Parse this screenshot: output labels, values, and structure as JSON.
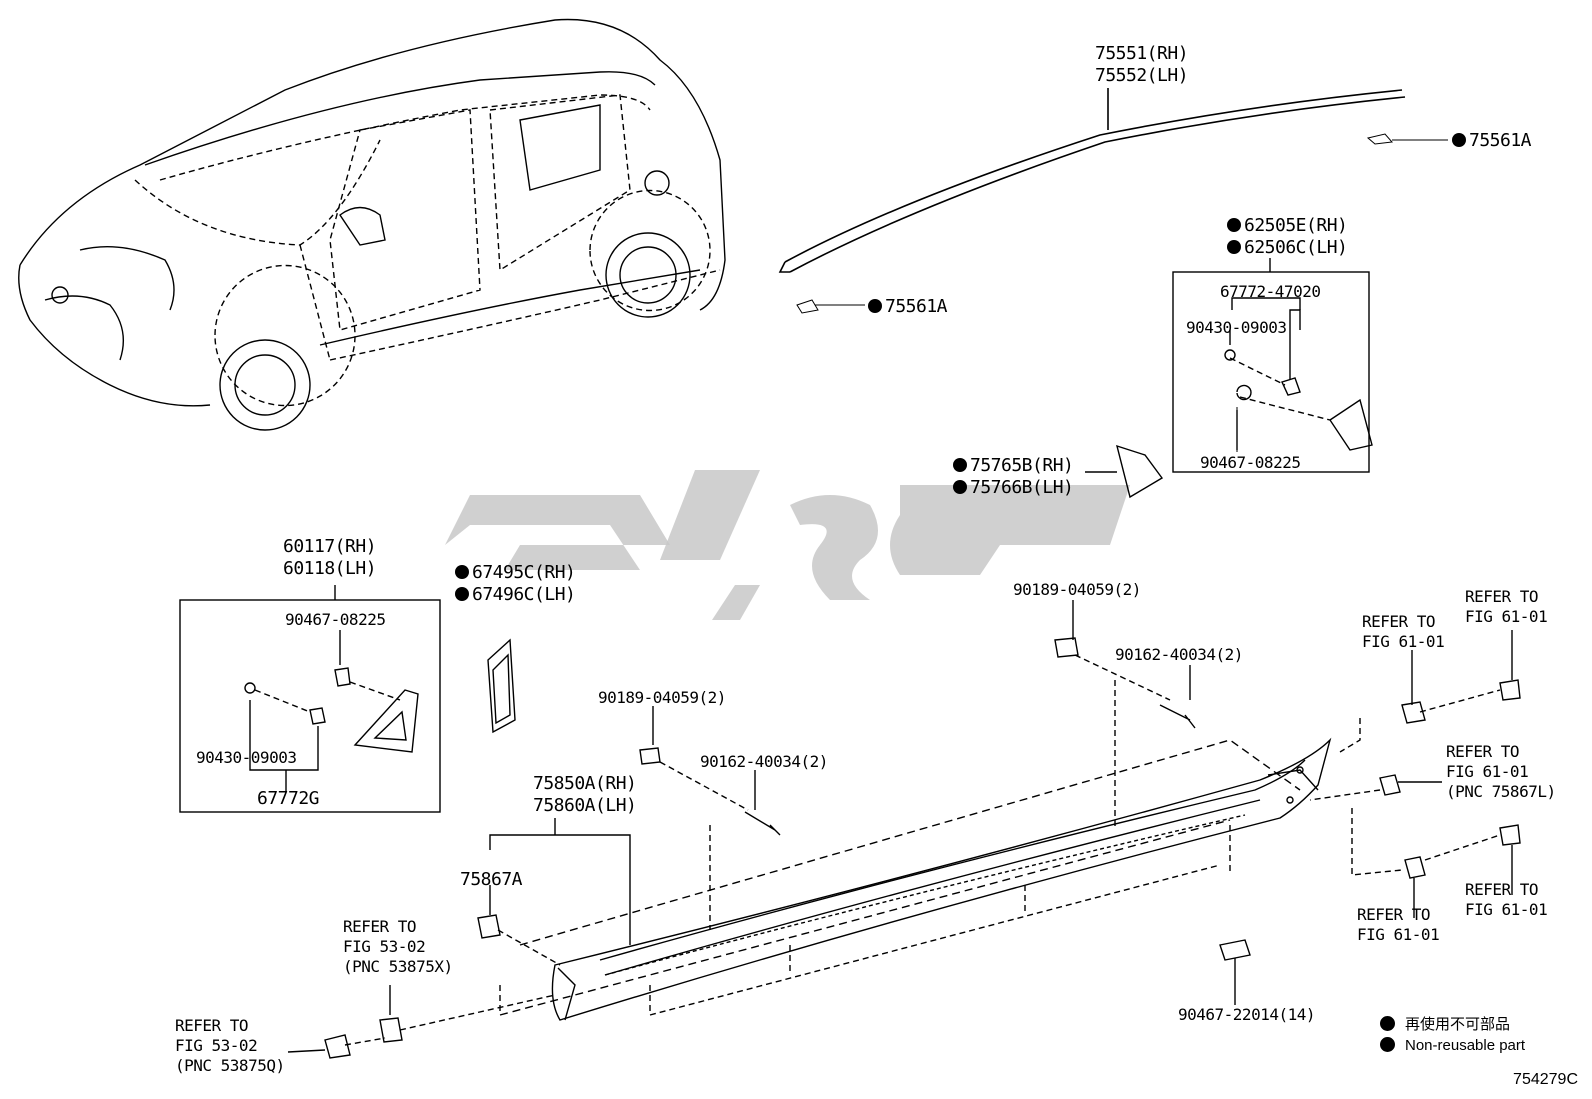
{
  "watermark_text": "تویوتا",
  "callouts": {
    "roof_rh": "75551(RH)",
    "roof_lh": "75552(LH)",
    "clip_rear": "75561A",
    "clip_front": "75561A",
    "garnish_rh": "62505E(RH)",
    "garnish_lh": "62506C(LH)",
    "garnish_set": "67772-47020",
    "garnish_washer": "90430-09003",
    "garnish_clip": "90467-08225",
    "pillar_rh": "75765B(RH)",
    "pillar_lh": "75766B(LH)",
    "mirror_rh": "60117(RH)",
    "mirror_lh": "60118(LH)",
    "mirror_clip": "90467-08225",
    "mirror_washer": "90430-09003",
    "mirror_set": "67772G",
    "cover_rh": "67495C(RH)",
    "cover_lh": "67496C(LH)",
    "nut_a": "90189-04059(2)",
    "screw_a": "90162-40034(2)",
    "nut_b": "90189-04059(2)",
    "screw_b": "90162-40034(2)",
    "rocker_rh": "75850A(RH)",
    "rocker_lh": "75860A(LH)",
    "rocker_clip": "75867A",
    "rocker_fasteners": "90467-22014(14)"
  },
  "refer_notes": {
    "top_right_1": [
      "REFER TO",
      "FIG 61-01"
    ],
    "top_right_2": [
      "REFER TO",
      "FIG 61-01"
    ],
    "mid_right": [
      "REFER TO",
      "FIG 61-01",
      "(PNC 75867L)"
    ],
    "bottom_right_1": [
      "REFER TO",
      "FIG 61-01"
    ],
    "bottom_right_2": [
      "REFER TO",
      "FIG 61-01"
    ],
    "front_upper": [
      "REFER TO",
      "FIG 53-02",
      "(PNC 53875X)"
    ],
    "front_lower": [
      "REFER TO",
      "FIG 53-02",
      "(PNC 53875Q)"
    ]
  },
  "legend": {
    "line1": "再使用不可部品",
    "line2": "Non-reusable part"
  },
  "figure_ref": "754279C"
}
